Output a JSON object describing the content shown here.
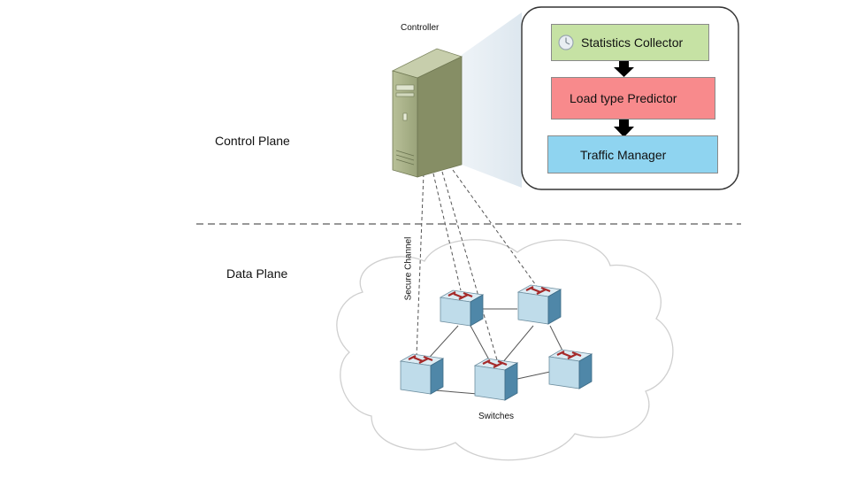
{
  "labels": {
    "controller": "Controller",
    "control_plane": "Control  Plane",
    "data_plane": "Data  Plane",
    "secure_channel": "Secure Channel",
    "switches": "Switches"
  },
  "pipeline": {
    "steps": [
      "Statistics Collector",
      "Load type Predictor",
      "Traffic Manager"
    ],
    "colors": {
      "statistics_collector": "#c6e2a4",
      "load_type_predictor": "#f88a8c",
      "traffic_manager": "#8fd4f0"
    }
  },
  "icons": {
    "collector": "clock-icon",
    "arrow": "down-arrow-icon"
  },
  "colors": {
    "server_body": "#a3ac83",
    "switch_face": "#bfdcea",
    "switch_arrow": "#a52a2a"
  }
}
